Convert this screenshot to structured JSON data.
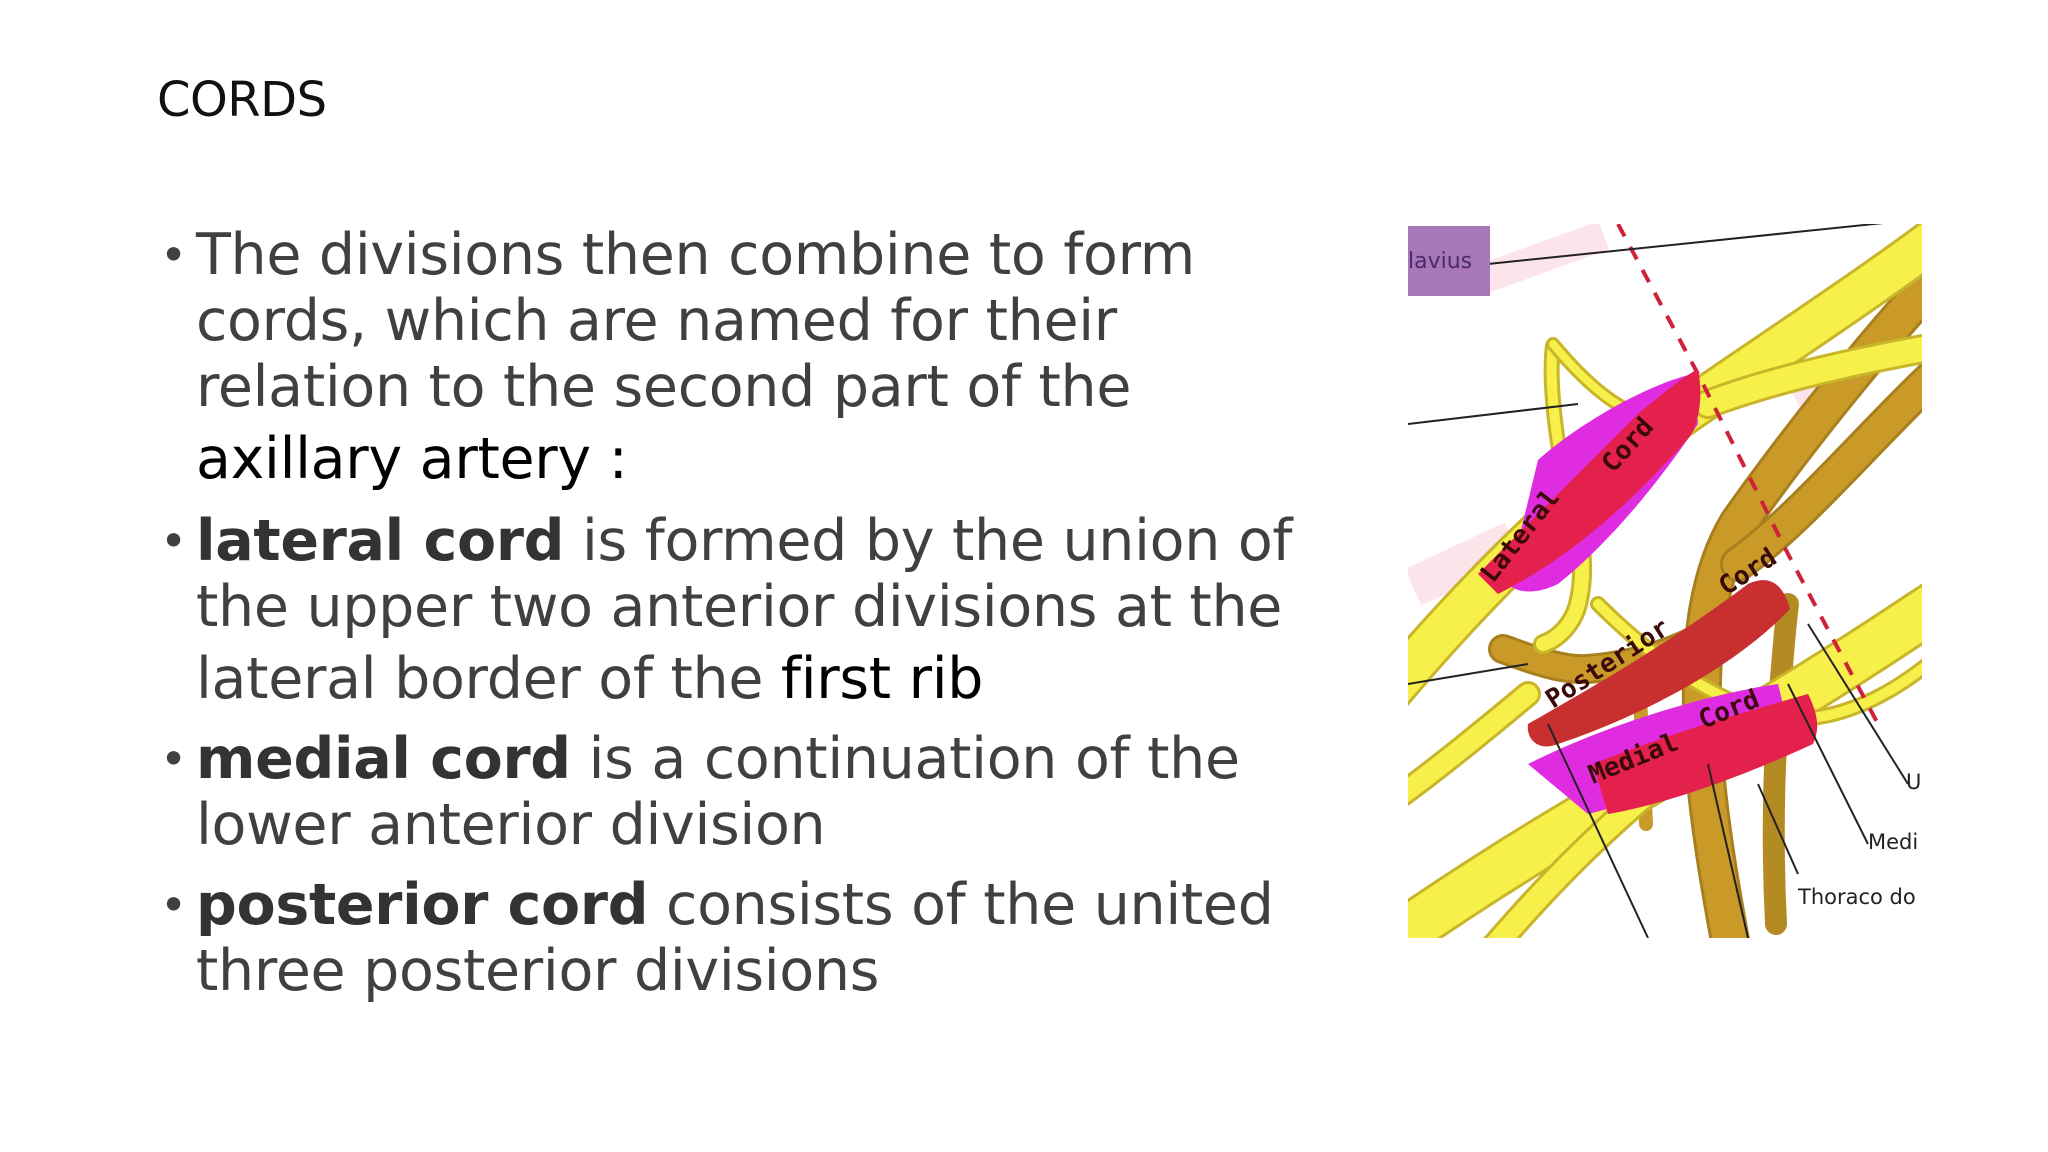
{
  "slide": {
    "title": "CORDS",
    "bullets": [
      {
        "line1": "The divisions then combine to form",
        "line2": "cords, which are named for their",
        "line3": "relation to the second part of the",
        "line4": "axillary artery :"
      },
      {
        "bold": "lateral cord",
        "text1": " is formed by the union of",
        "line2": "the upper two anterior divisions at the",
        "line3_prefix": "lateral border of the ",
        "line3_highlight": "first rib"
      },
      {
        "bold": "medial cord",
        "text1": " is a continuation of the",
        "line2": "lower anterior division"
      },
      {
        "bold": "posterior cord",
        "text1": " consists of the united",
        "line2": "three posterior divisions"
      }
    ]
  },
  "figure": {
    "labels": {
      "top_left_box": "lavius",
      "lateral": "Lateral",
      "cord1": "Cord",
      "posterior": "Posterior",
      "cord2": "Cord",
      "medial": "Medial",
      "cord3": "Cord",
      "right_u": "U",
      "right_medi": "Medi",
      "right_thoraco": "Thoraco do"
    },
    "colors": {
      "nerve_yellow": "#f7ef4a",
      "nerve_outline": "#c9b52a",
      "nerve_brown": "#c99a28",
      "cord_red": "#e4204c",
      "cord_dark": "#c7302f",
      "cord_magenta": "#e02ce0",
      "box_purple": "#a877b8",
      "dashed": "#d0213a"
    }
  }
}
